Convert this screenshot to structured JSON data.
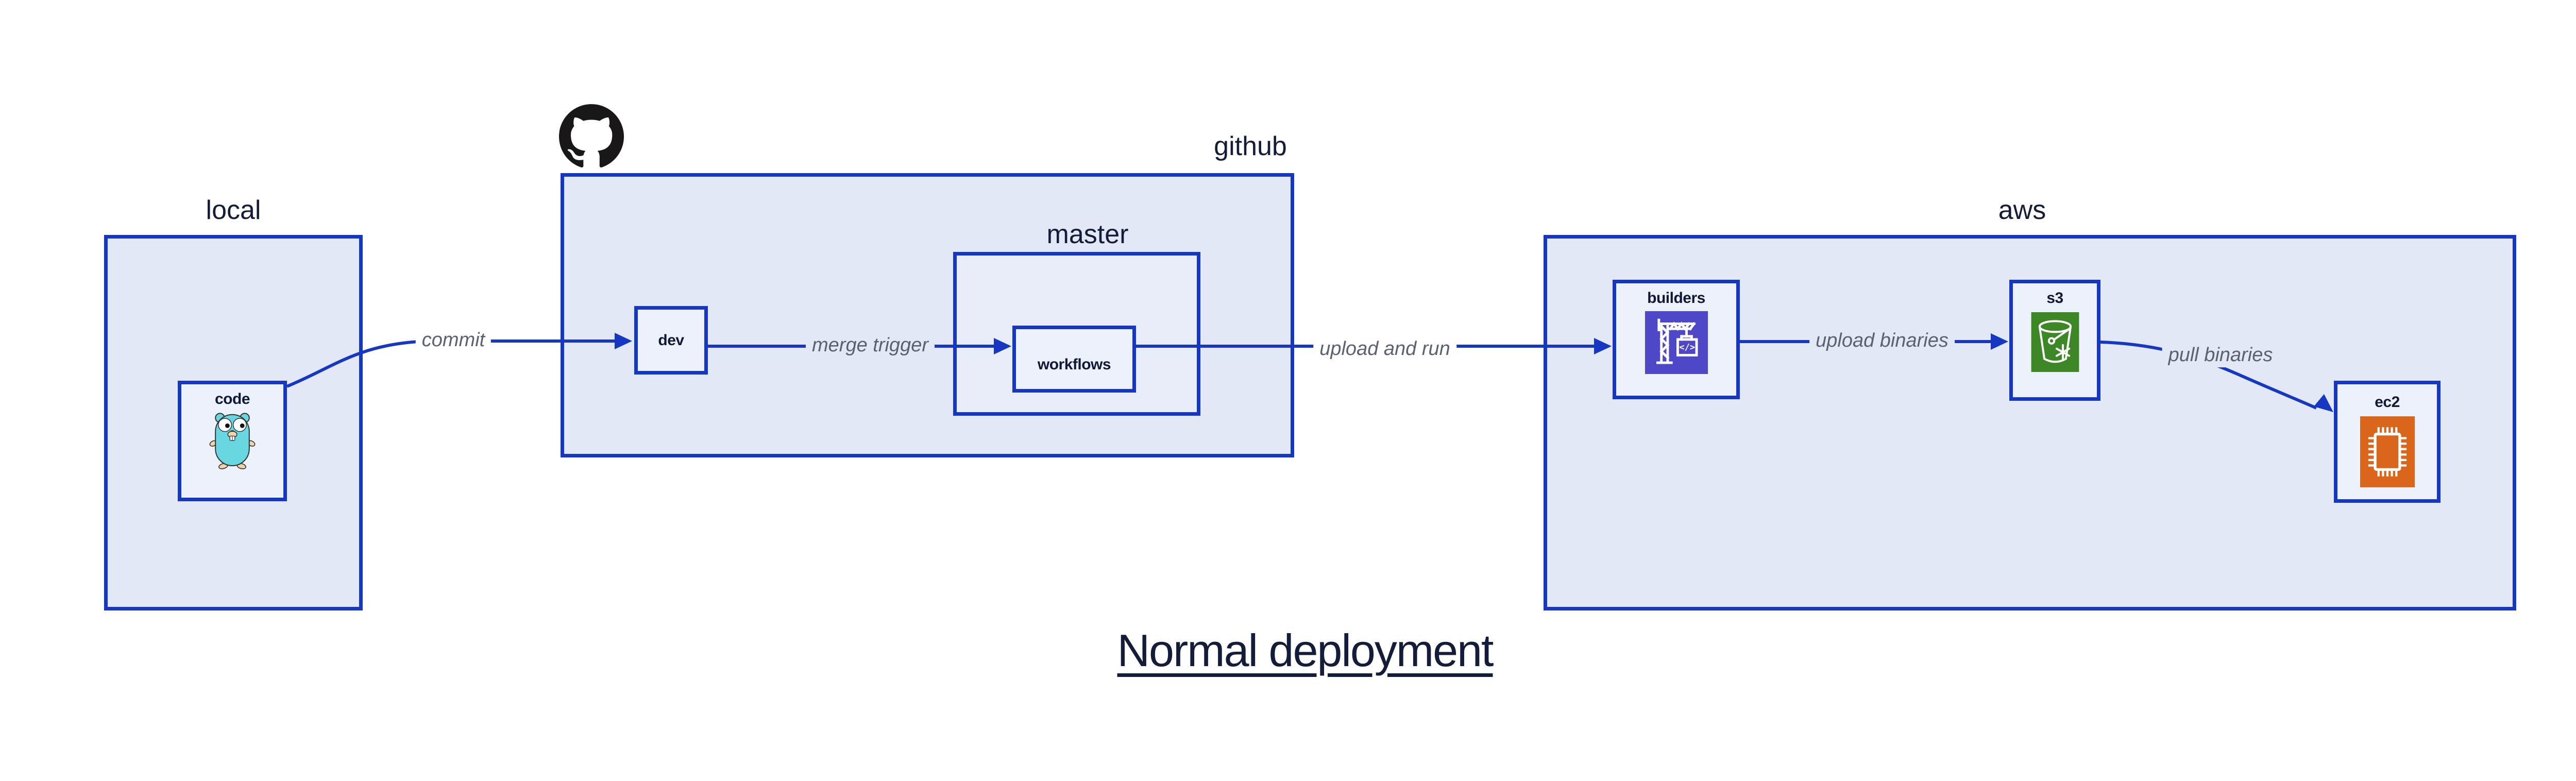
{
  "title": "Normal deployment",
  "groups": [
    {
      "id": "local",
      "label": "local"
    },
    {
      "id": "github",
      "label": "github"
    },
    {
      "id": "master",
      "label": "master"
    },
    {
      "id": "aws",
      "label": "aws"
    }
  ],
  "nodes": [
    {
      "id": "code",
      "label": "code",
      "icon": "go-gopher-icon"
    },
    {
      "id": "dev",
      "label": "dev"
    },
    {
      "id": "workflows",
      "label": "workflows"
    },
    {
      "id": "builders",
      "label": "builders",
      "icon": "codebuild-crane-icon"
    },
    {
      "id": "s3",
      "label": "s3",
      "icon": "s3-glacier-bucket-icon"
    },
    {
      "id": "ec2",
      "label": "ec2",
      "icon": "ec2-chip-icon"
    }
  ],
  "edges": [
    {
      "from": "code",
      "to": "dev",
      "label": "commit"
    },
    {
      "from": "dev",
      "to": "workflows",
      "label": "merge trigger"
    },
    {
      "from": "workflows",
      "to": "builders",
      "label": "upload and run"
    },
    {
      "from": "builders",
      "to": "s3",
      "label": "upload binaries"
    },
    {
      "from": "s3",
      "to": "ec2",
      "label": "pull binaries"
    }
  ],
  "icons": {
    "github_logo": "github-octocat-icon",
    "codebuild_glyph": "</>"
  },
  "colors": {
    "box_border": "#1537c1",
    "group_fill": "#e3e8f7",
    "node_fill": "#edf1fb",
    "edge_line": "#1537c1",
    "edge_label_text": "#5a6170",
    "heading_text": "#131c39",
    "builders_icon_bg": "#4e48c8",
    "s3_icon_bg": "#3e8727",
    "ec2_icon_bg": "#d9661a",
    "gopher_body": "#68d7e2",
    "github_mark": "#191717"
  }
}
